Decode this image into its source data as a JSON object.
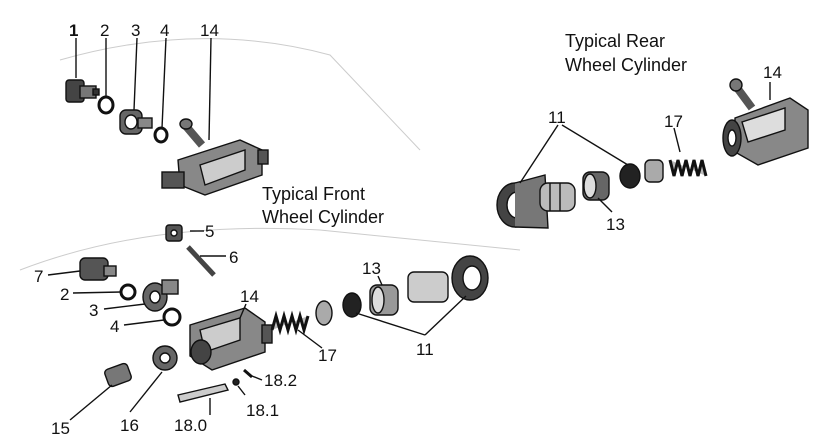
{
  "captions": {
    "front_line1": "Typical Front",
    "front_line2": "Wheel Cylinder",
    "rear_line1": "Typical Rear",
    "rear_line2": "Wheel Cylinder"
  },
  "callouts": {
    "c1": "1",
    "c2": "2",
    "c3": "3",
    "c4": "4",
    "c14_front_top": "14",
    "c14_rear": "14",
    "c11_rear": "11",
    "c17_rear": "17",
    "c13_rear": "13",
    "c5": "5",
    "c6": "6",
    "c7": "7",
    "c2_lower": "2",
    "c3_lower": "3",
    "c4_lower": "4",
    "c14_lower": "14",
    "c13_lower": "13",
    "c17_lower": "17",
    "c11_lower": "11",
    "c18_2": "18.2",
    "c18_1": "18.1",
    "c18_0": "18.0",
    "c15": "15",
    "c16": "16"
  },
  "colors": {
    "ink": "#111111",
    "paper": "#ffffff",
    "shade": "#555555"
  }
}
